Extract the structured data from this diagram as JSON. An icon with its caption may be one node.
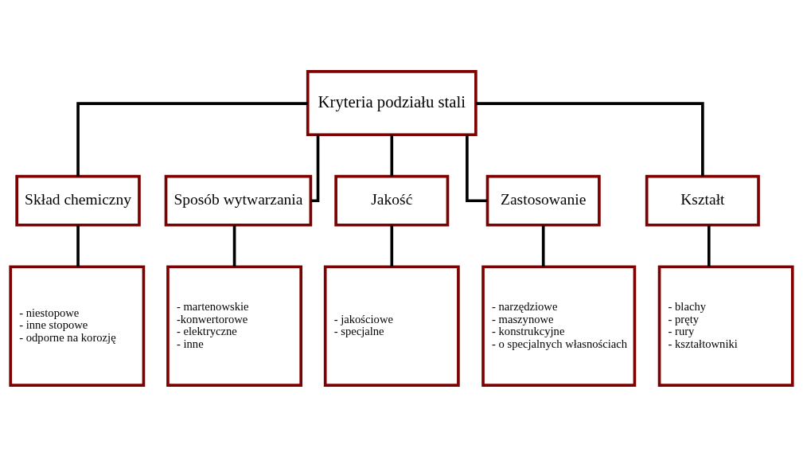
{
  "diagram": {
    "nodes": [
      {
        "text": [
          "Kryteria podziału stali"
        ]
      },
      {
        "text": [
          "Skład chemiczny"
        ]
      },
      {
        "text": [
          "Sposób wytwarzania"
        ]
      },
      {
        "text": [
          "Jakość"
        ]
      },
      {
        "text": [
          "Zastosowanie"
        ]
      },
      {
        "text": [
          "Kształt"
        ]
      },
      {
        "text": [
          "- niestopowe",
          "- inne stopowe",
          "- odporne na korozję"
        ]
      },
      {
        "text": [
          "- martenowskie",
          "-konwertorowe",
          "- elektryczne",
          "- inne"
        ]
      },
      {
        "text": [
          "- jakościowe",
          "- specjalne"
        ]
      },
      {
        "text": [
          "- narzędziowe",
          "- maszynowe",
          "- konstrukcyjne",
          "- o specjalnych własnościach"
        ]
      },
      {
        "text": [
          "- blachy",
          "- pręty",
          "- rury",
          "- kształtowniki"
        ]
      }
    ],
    "edges": [
      {
        "from": 0,
        "to": 1,
        "arrow": "none"
      },
      {
        "from": 0,
        "to": 2,
        "arrow": "none"
      },
      {
        "from": 0,
        "to": 3,
        "arrow": "none"
      },
      {
        "from": 0,
        "to": 4,
        "arrow": "none"
      },
      {
        "from": 0,
        "to": 5,
        "arrow": "none"
      },
      {
        "from": 1,
        "to": 6,
        "arrow": "none"
      },
      {
        "from": 2,
        "to": 7,
        "arrow": "none"
      },
      {
        "from": 3,
        "to": 8,
        "arrow": "none"
      },
      {
        "from": 4,
        "to": 9,
        "arrow": "none"
      },
      {
        "from": 5,
        "to": 10,
        "arrow": "none"
      }
    ]
  }
}
